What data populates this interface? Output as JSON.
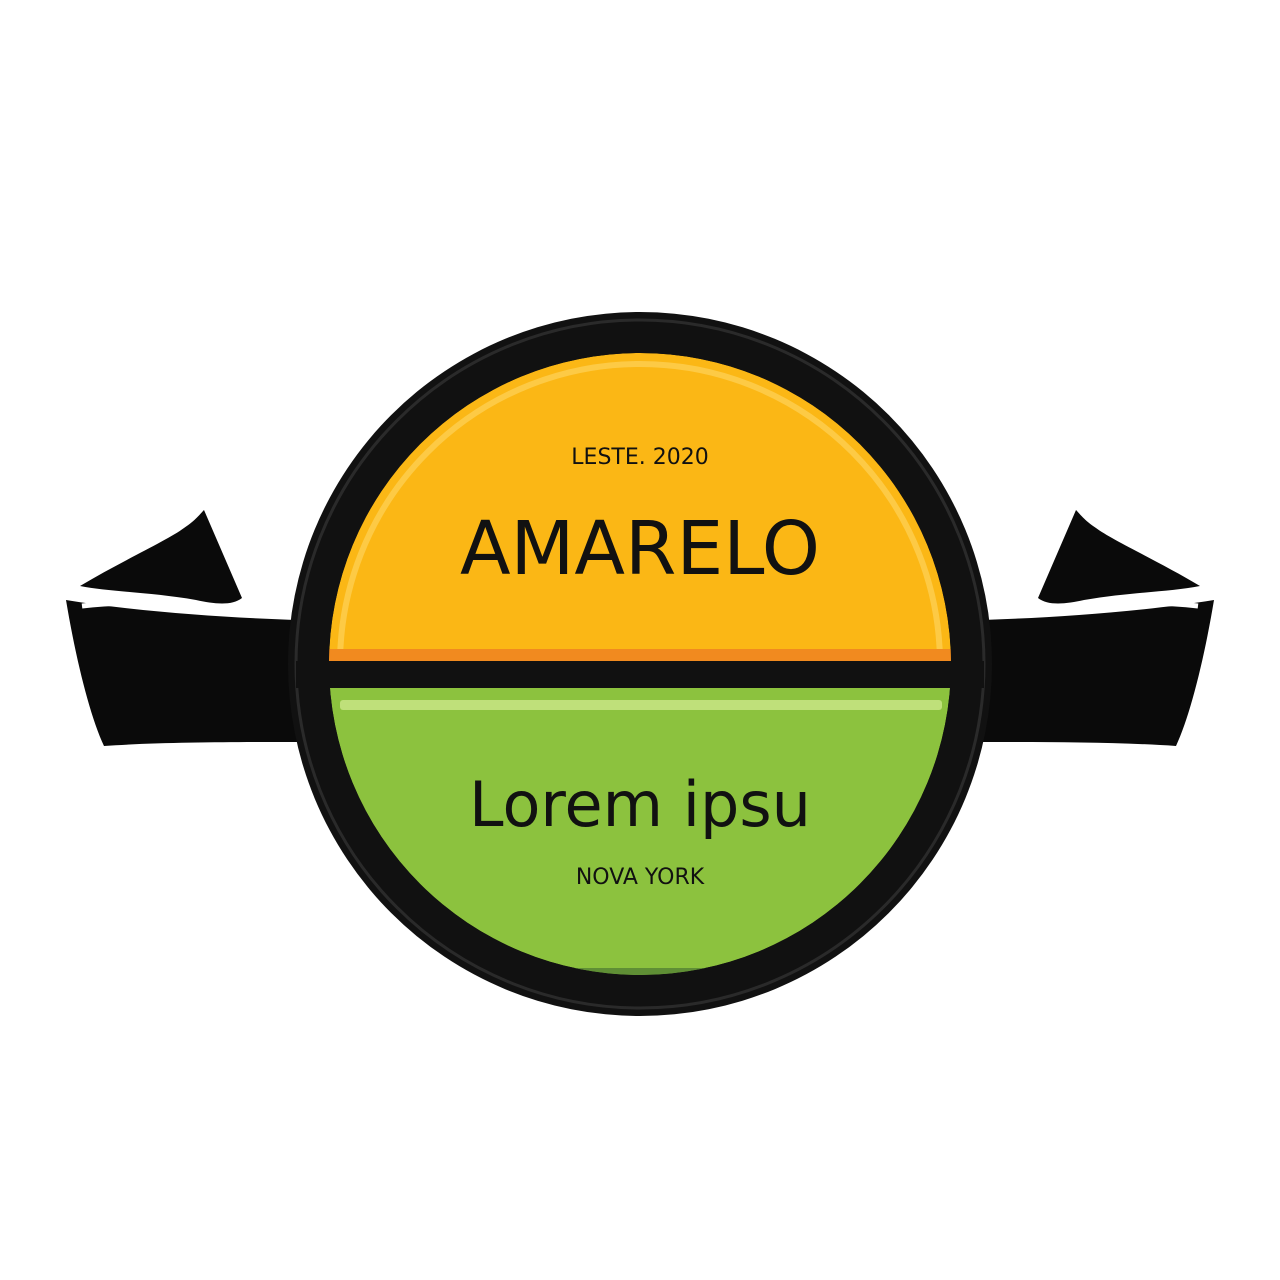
{
  "badge": {
    "established": "LESTE. 2020",
    "title": "AMARELO",
    "subtitle": "Lorem ipsu",
    "location": "NOVA YORK"
  },
  "colors": {
    "background": "#ffffff",
    "ring": "#111111",
    "ribbon": "#0a0a0a",
    "top_fill": "#fbb715",
    "top_accent": "#f18a1f",
    "bottom_fill": "#8cc23e",
    "bottom_highlight": "#bfe07a",
    "bottom_shadow": "#4f8a2b"
  }
}
